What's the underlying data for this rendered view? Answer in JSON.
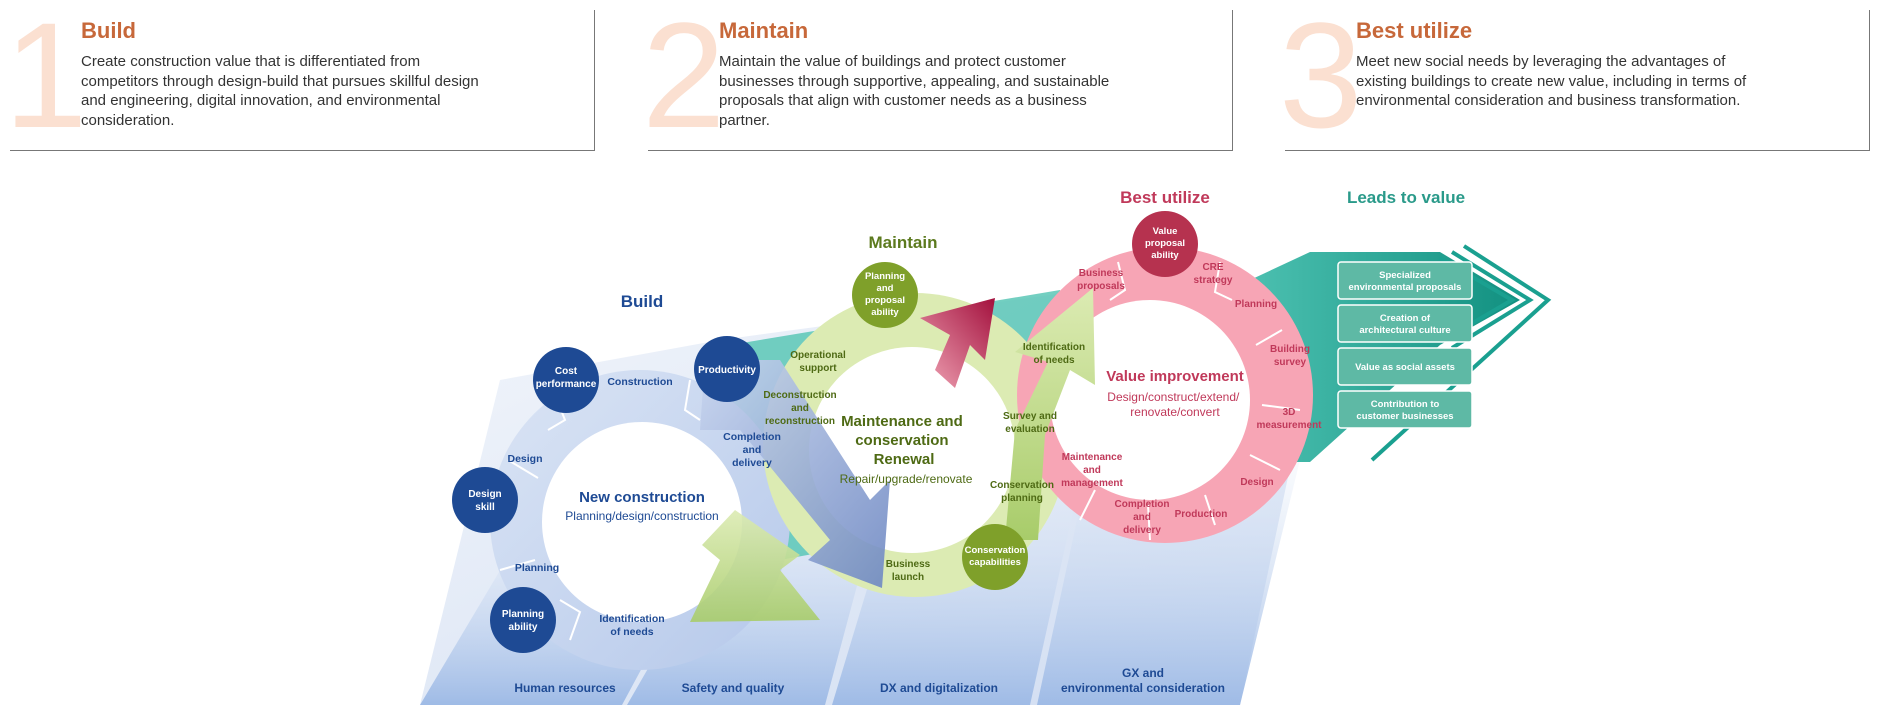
{
  "cards": [
    {
      "num": "1",
      "title": "Build",
      "desc": "Create construction value that is differentiated from competitors through design-build that pursues skillful design and engineering, digital innovation, and environmental consideration."
    },
    {
      "num": "2",
      "title": "Maintain",
      "desc": "Maintain the value of buildings and protect customer businesses through supportive, appealing, and sustainable proposals that align with customer needs as a business partner."
    },
    {
      "num": "3",
      "title": "Best utilize",
      "desc": "Meet new social needs by leveraging the advantages of existing buildings to create new value, including in terms of environmental consideration and business transformation."
    }
  ],
  "diagram": {
    "build": {
      "heading": "Build",
      "center_title": "New construction",
      "center_sub": "Planning/design/construction",
      "abilities": [
        "Cost performance",
        "Productivity",
        "Design skill",
        "Planning ability"
      ],
      "steps": [
        "Construction",
        "Completion and delivery",
        "Design",
        "Planning",
        "Identification of needs"
      ]
    },
    "maintain": {
      "heading": "Maintain",
      "center_title_1": "Maintenance and",
      "center_title_2": "conservation",
      "center_title_3": "Renewal",
      "center_sub": "Repair/upgrade/renovate",
      "abilities": [
        "Planning and proposal ability",
        "Conservation capabilities"
      ],
      "steps": [
        "Operational support",
        "Deconstruction and reconstruction",
        "Business launch",
        "Identification of needs",
        "Survey and evaluation",
        "Conservation planning"
      ]
    },
    "utilize": {
      "heading": "Best utilize",
      "center_title": "Value improvement",
      "center_sub_1": "Design/construct/extend/",
      "center_sub_2": "renovate/convert",
      "abilities": [
        "Value proposal ability"
      ],
      "steps": [
        "Business proposals",
        "CRE strategy",
        "Planning",
        "Building survey",
        "3D measurement",
        "Design",
        "Production",
        "Completion and delivery",
        "Maintenance and management"
      ]
    },
    "value": {
      "heading": "Leads to value",
      "items": [
        "Specialized environmental proposals",
        "Creation of architectural culture",
        "Value as social assets",
        "Contribution to customer businesses"
      ]
    },
    "foundations": [
      "Human resources",
      "Safety and quality",
      "DX and digitalization",
      "GX and environmental consideration"
    ]
  },
  "colors": {
    "accent_orange": "#c7683a",
    "build_blue": "#1e4a94",
    "maintain_green": "#5c7a1e",
    "utilize_pink": "#c0395a",
    "value_teal": "#2a9a8a"
  }
}
